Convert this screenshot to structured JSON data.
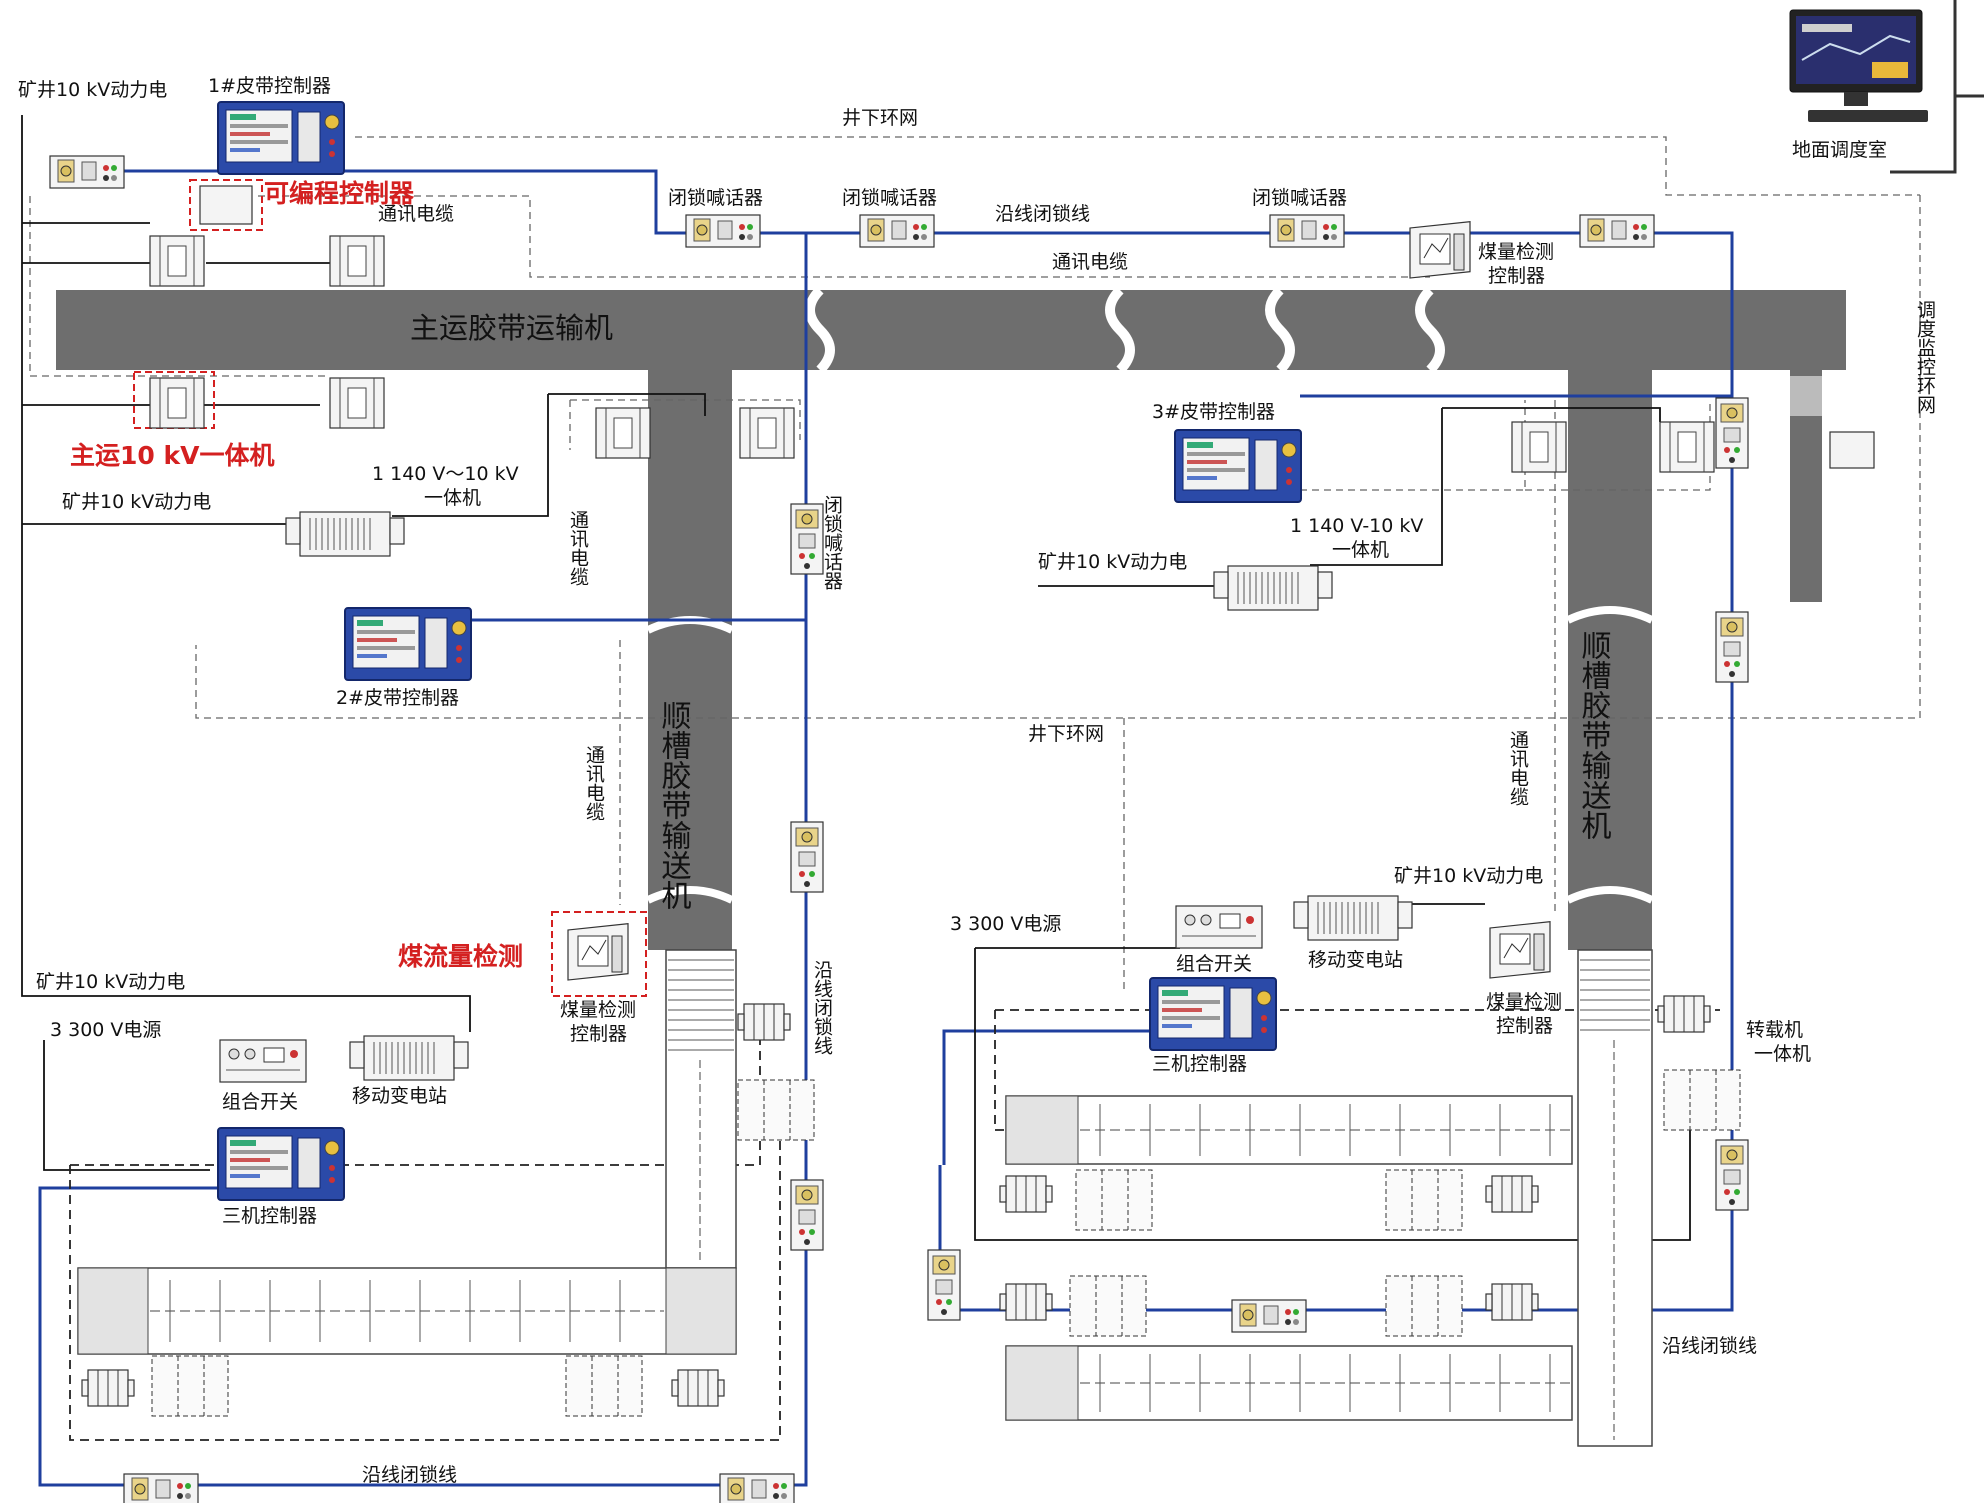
{
  "labels": {
    "power_10kv_1": "矿井10 kV动力电",
    "power_10kv_2": "矿井10 kV动力电",
    "power_10kv_3": "矿井10 kV动力电",
    "power_10kv_4": "矿井10 kV动力电",
    "power_10kv_5": "矿井10 kV动力电",
    "belt_ctrl_1": "1#皮带控制器",
    "belt_ctrl_2": "2#皮带控制器",
    "belt_ctrl_3": "3#皮带控制器",
    "ring_net_top": "井下环网",
    "ring_net_mid": "井下环网",
    "surface_room": "地面调度室",
    "plc_red": "可编程控制器",
    "main_10kv_red": "主运10 kV一体机",
    "coal_flow_red": "煤流量检测",
    "comm_cable_1": "通讯电缆",
    "comm_cable_2": "通讯电缆",
    "comm_cable_v1": "通讯电缆",
    "comm_cable_v2": "通讯电缆",
    "comm_cable_v3": "通讯电缆",
    "lock_caller_1": "闭锁喊话器",
    "lock_caller_2": "闭锁喊话器",
    "lock_caller_3": "闭锁喊话器",
    "lock_caller_v": "闭锁喊话器",
    "lock_line_top": "沿线闭锁线",
    "lock_line_v": "沿线闭锁线",
    "lock_line_bottom": "沿线闭锁线",
    "lock_line_right": "沿线闭锁线",
    "coal_detect_ctrl_l1": "煤量检测",
    "coal_detect_ctrl_l2": "控制器",
    "main_belt": "主运胶带运输机",
    "trough_belt_left": "顺槽胶带输送机",
    "trough_belt_right": "顺槽胶带输送机",
    "integ_1140_l1": "1 140 V～10 kV",
    "integ_1140_l2": "一体机",
    "integ_1140b_l1": "1 140 V-10 kV",
    "integ_1140b_l2": "一体机",
    "dispatch_ring": "调度监控环网",
    "power_3300_1": "3 300 V电源",
    "power_3300_2": "3 300 V电源",
    "combo_switch_1": "组合开关",
    "combo_switch_2": "组合开关",
    "mobile_substation_1": "移动变电站",
    "mobile_substation_2": "移动变电站",
    "three_machine_ctrl_1": "三机控制器",
    "three_machine_ctrl_2": "三机控制器",
    "reloader_l1": "转载机",
    "reloader_l2": "一体机"
  },
  "colors": {
    "belt": "#6e6e6e",
    "lock_line": "#1f3f9e",
    "red_label": "#d42020",
    "controller_frame": "#2b4aa8"
  }
}
